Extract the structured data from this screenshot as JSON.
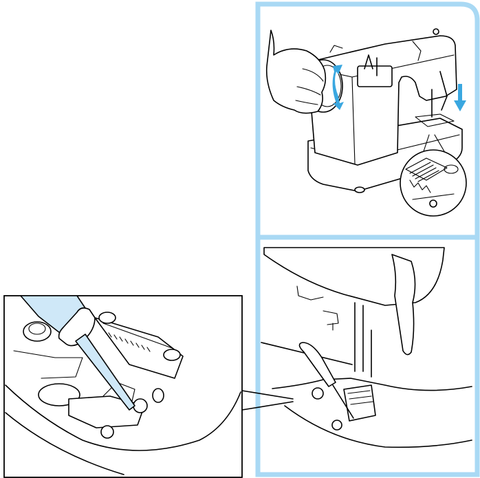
{
  "figure": {
    "panels": [
      {
        "id": "turn-handwheel",
        "icon": "sewing-machine-handwheel-illustration"
      },
      {
        "id": "remove-screw",
        "icon": "screwdriver-presser-foot-illustration"
      },
      {
        "id": "detail-zoom",
        "icon": "magnified-presser-foot-screw-illustration"
      }
    ],
    "colors": {
      "frame": "#a9d9f4",
      "highlight": "#3aa7e0",
      "tool": "#cfe8f8",
      "ink": "#000000",
      "background": "#ffffff"
    }
  }
}
